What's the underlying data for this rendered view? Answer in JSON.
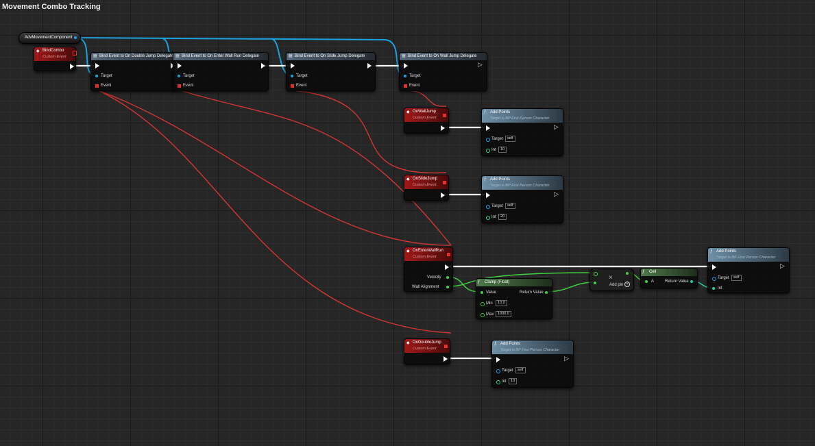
{
  "graph": {
    "title": "Movement Combo Tracking"
  },
  "component": {
    "label": "AdvMovementComponent"
  },
  "bind_combo": {
    "title": "BindCombo",
    "subtitle": "Custom Event"
  },
  "bind_nodes": [
    {
      "title": "Bind Event to On Double Jump Delegate",
      "target_label": "Target",
      "event_label": "Event"
    },
    {
      "title": "Bind Event to On Enter Wall Run Delegate",
      "target_label": "Target",
      "event_label": "Event"
    },
    {
      "title": "Bind Event to On Slide Jump Delegate",
      "target_label": "Target",
      "event_label": "Event"
    },
    {
      "title": "Bind Event to On Wall Jump Delegate",
      "target_label": "Target",
      "event_label": "Event"
    }
  ],
  "events": {
    "wall_jump": {
      "title": "OnWallJump",
      "subtitle": "Custom Event"
    },
    "slide_jump": {
      "title": "OnSlideJump",
      "subtitle": "Custom Event"
    },
    "enter_wall_run": {
      "title": "OnEnterWallRun",
      "subtitle": "Custom Event",
      "velocity_label": "Velocity",
      "alignment_label": "Wall Alignment"
    },
    "double_jump": {
      "title": "OnDoubleJump",
      "subtitle": "Custom Event"
    }
  },
  "add_points": [
    {
      "title": "Add Points",
      "subtitle": "Target is BP First Person Character",
      "target_label": "Target",
      "target_value": "self",
      "int_label": "Int",
      "int_value": "10"
    },
    {
      "title": "Add Points",
      "subtitle": "Target is BP First Person Character",
      "target_label": "Target",
      "target_value": "self",
      "int_label": "Int",
      "int_value": "20"
    },
    {
      "title": "Add Points",
      "subtitle": "Target is BP First Person Character",
      "target_label": "Target",
      "target_value": "self",
      "int_label": "Int",
      "int_value": ""
    },
    {
      "title": "Add Points",
      "subtitle": "Target is BP First Person Character",
      "target_label": "Target",
      "target_value": "self",
      "int_label": "Int",
      "int_value": "10"
    }
  ],
  "clamp": {
    "title": "Clamp (Float)",
    "value_label": "Value",
    "return_label": "Return Value",
    "min_label": "Min",
    "min_value": "10.0",
    "max_label": "Max",
    "max_value": "1000.0"
  },
  "multiply": {
    "symbol": "×",
    "addpin_label": "Add pin"
  },
  "ceil": {
    "title": "Ceil",
    "a_label": "A",
    "return_label": "Return Value"
  },
  "colors": {
    "exec": "#ffffff",
    "object_pin": "#1aa3e0",
    "delegate_pin": "#e03030",
    "float_pin": "#3fd03f",
    "int_pin": "#20d3a4",
    "event_header": "#a01818"
  },
  "icons": {
    "event": "diamond-icon",
    "function": "f-function-icon",
    "bind": "box-icon"
  }
}
